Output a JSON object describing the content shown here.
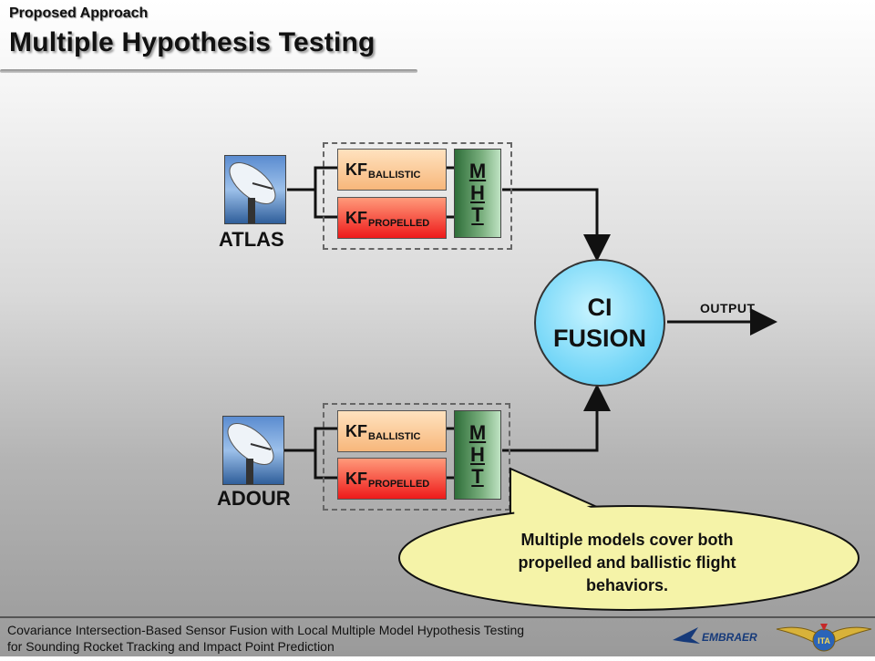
{
  "header": {
    "subtitle": "Proposed Approach",
    "title": "Multiple Hypothesis Testing"
  },
  "sensors": [
    {
      "name": "ATLAS"
    },
    {
      "name": "ADOUR"
    }
  ],
  "filters": {
    "kf_prefix": "KF",
    "ballistic_sub": "BALLISTIC",
    "propelled_sub": "PROPELLED"
  },
  "mht": {
    "letters": [
      "M",
      "H",
      "T"
    ]
  },
  "fusion": {
    "line1": "CI",
    "line2": "FUSION"
  },
  "output": {
    "label": "OUTPUT"
  },
  "callout": {
    "lines": [
      "Multiple models cover both",
      "propelled and ballistic flight",
      "behaviors."
    ]
  },
  "footer": {
    "line1": "Covariance Intersection-Based Sensor Fusion with Local Multiple Model Hypothesis Testing",
    "line2": "for Sounding Rocket Tracking and Impact Point Prediction",
    "embraer_wordmark": "EMBRAER",
    "ita_logo_text": "ITA"
  },
  "colors": {
    "kf_ballistic": "#f7b77b",
    "kf_propelled": "#ee1a1a",
    "mht": "#5a9a62",
    "fusion": "#79d8f8",
    "callout_fill": "#f5f3a8",
    "brand_blue": "#163a7a"
  }
}
